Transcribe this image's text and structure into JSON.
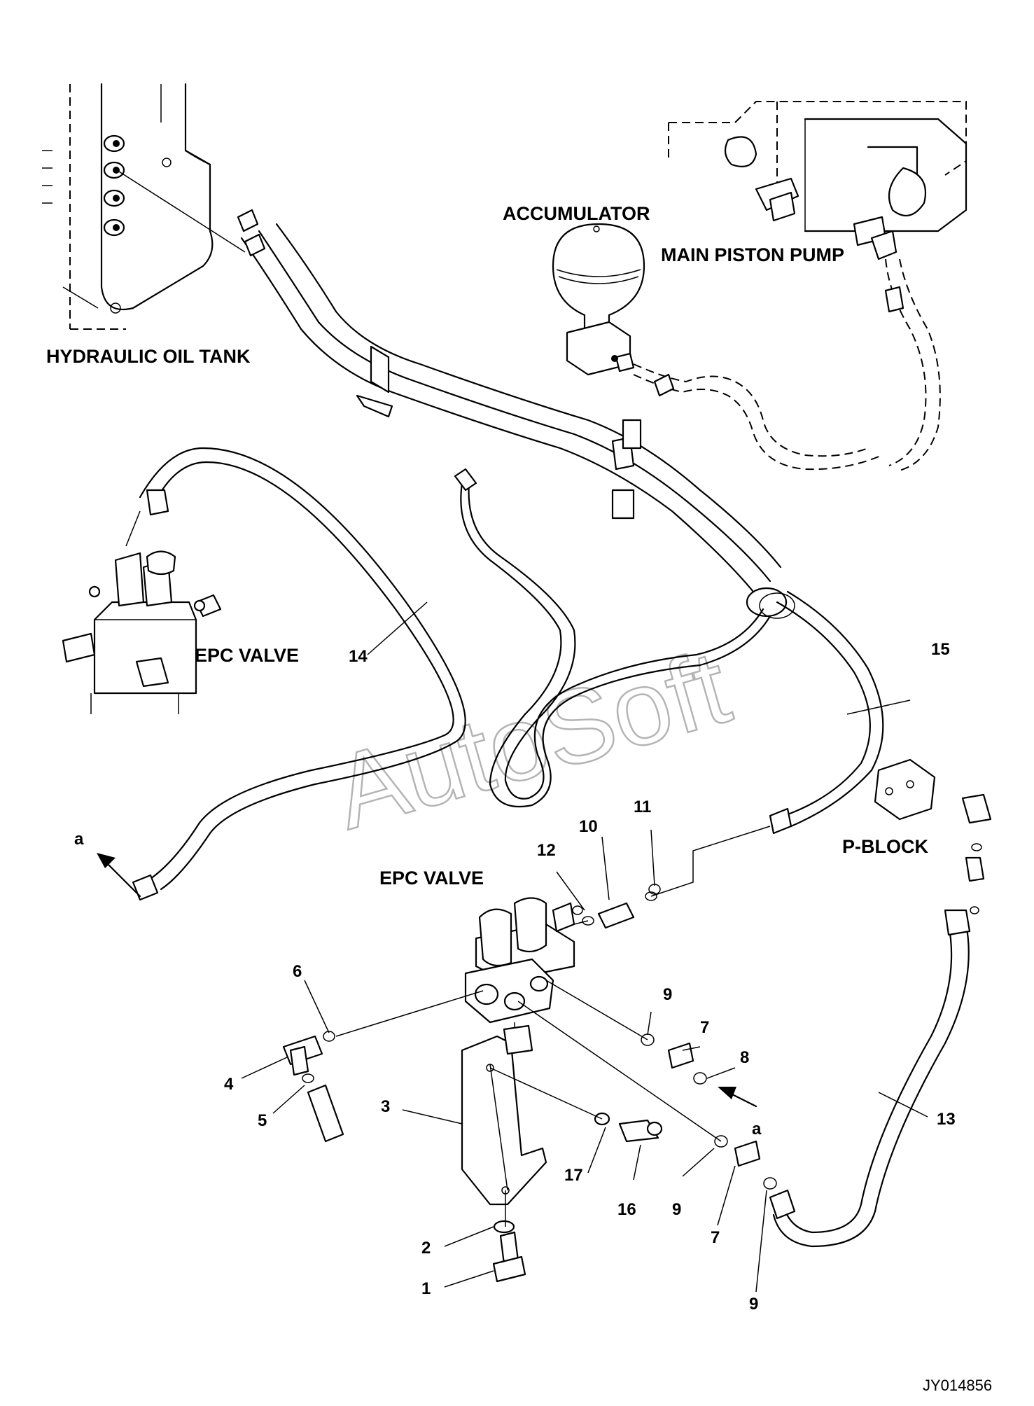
{
  "labels": {
    "hydraulic_oil_tank": "HYDRAULIC OIL TANK",
    "accumulator": "ACCUMULATOR",
    "main_piston_pump": "MAIN PISTON PUMP",
    "epc_valve_upper": "EPC VALVE",
    "epc_valve_lower": "EPC VALVE",
    "p_block": "P-BLOCK"
  },
  "callouts": {
    "n1": "1",
    "n2": "2",
    "n3": "3",
    "n4": "4",
    "n5": "5",
    "n6": "6",
    "n7a": "7",
    "n7b": "7",
    "n8": "8",
    "n9a": "9",
    "n9b": "9",
    "n9c": "9",
    "n10": "10",
    "n11": "11",
    "n12": "12",
    "n13": "13",
    "n14": "14",
    "n15": "15",
    "n16": "16",
    "n17": "17",
    "a1": "a",
    "a2": "a"
  },
  "watermark": "AutoSoft",
  "reference_code": "JY014856"
}
